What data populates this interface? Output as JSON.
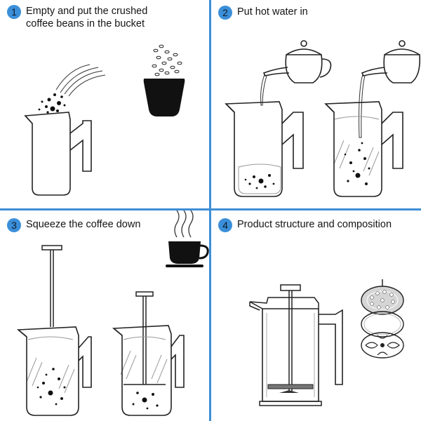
{
  "steps": [
    {
      "number": "1",
      "title_lines": [
        "Empty and put the crushed",
        "coffee beans in the bucket"
      ]
    },
    {
      "number": "2",
      "title_lines": [
        "Put hot water in"
      ]
    },
    {
      "number": "3",
      "title_lines": [
        "Squeeze the coffee down"
      ]
    },
    {
      "number": "4",
      "title_lines": [
        "Product structure and composition"
      ]
    }
  ],
  "colors": {
    "divider": "#3d8fd6",
    "badge": "#3b8fd9",
    "outline": "#222222",
    "fill_dark": "#111111",
    "glass_lines": "#9a9a9a",
    "mesh": "#c7c7c7"
  },
  "icons": {
    "coffee_bag": "coffee-bean-bowl-icon",
    "kettle": "kettle-icon",
    "hot_cup": "hot-coffee-cup-icon",
    "press": "french-press-icon",
    "filter": "filter-disc-icon"
  }
}
